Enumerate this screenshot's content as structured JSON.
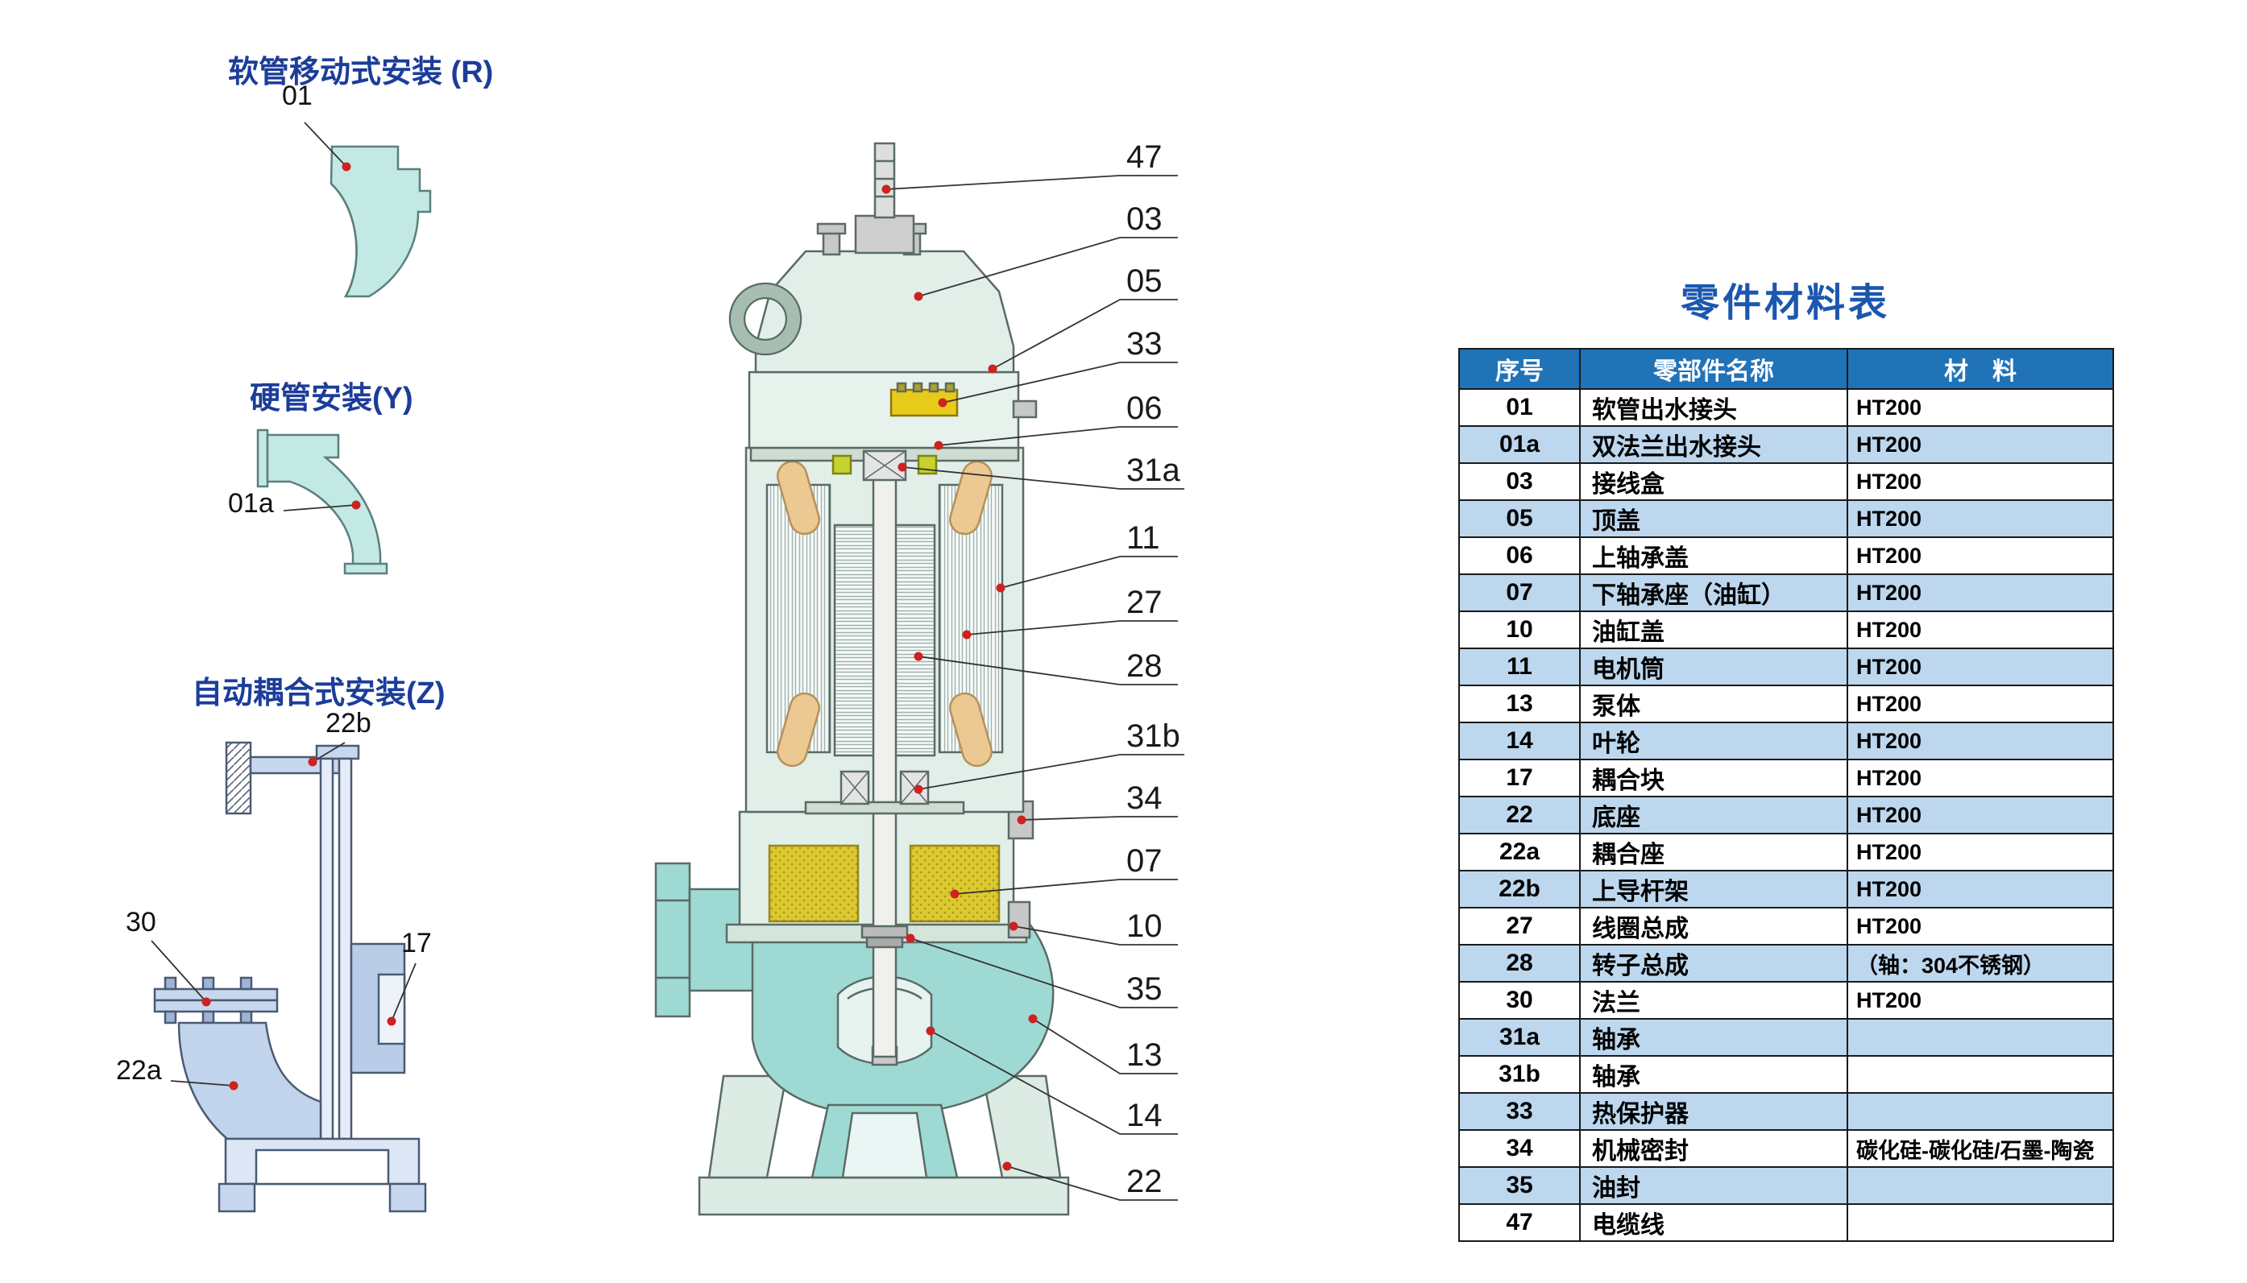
{
  "installations": [
    {
      "title": "软管移动式安装 (R)"
    },
    {
      "title": "硬管安装(Y)"
    },
    {
      "title": "自动耦合式安装(Z)"
    }
  ],
  "part_labels": [
    "01",
    "01a",
    "22b",
    "30",
    "17",
    "22a"
  ],
  "pump": {
    "callouts": [
      "47",
      "03",
      "05",
      "33",
      "06",
      "31a",
      "11",
      "27",
      "28",
      "31b",
      "34",
      "07",
      "10",
      "35",
      "13",
      "14",
      "22"
    ]
  },
  "table": {
    "title": "零件材料表",
    "headers": [
      "序号",
      "零部件名称",
      "材　料"
    ],
    "rows": [
      [
        "01",
        "软管出水接头",
        "HT200"
      ],
      [
        "01a",
        "双法兰出水接头",
        "HT200"
      ],
      [
        "03",
        "接线盒",
        "HT200"
      ],
      [
        "05",
        "顶盖",
        "HT200"
      ],
      [
        "06",
        "上轴承盖",
        "HT200"
      ],
      [
        "07",
        "下轴承座（油缸）",
        "HT200"
      ],
      [
        "10",
        "油缸盖",
        "HT200"
      ],
      [
        "11",
        "电机筒",
        "HT200"
      ],
      [
        "13",
        "泵体",
        "HT200"
      ],
      [
        "14",
        "叶轮",
        "HT200"
      ],
      [
        "17",
        "耦合块",
        "HT200"
      ],
      [
        "22",
        "底座",
        "HT200"
      ],
      [
        "22a",
        "耦合座",
        "HT200"
      ],
      [
        "22b",
        "上导杆架",
        "HT200"
      ],
      [
        "27",
        "线圈总成",
        "HT200"
      ],
      [
        "28",
        "转子总成",
        "（轴：304不锈钢）"
      ],
      [
        "30",
        "法兰",
        "HT200"
      ],
      [
        "31a",
        "轴承",
        ""
      ],
      [
        "31b",
        "轴承",
        ""
      ],
      [
        "33",
        "热保护器",
        ""
      ],
      [
        "34",
        "机械密封",
        "碳化硅-碳化硅/石墨-陶瓷"
      ],
      [
        "35",
        "油封",
        ""
      ],
      [
        "47",
        "电缆线",
        ""
      ]
    ]
  },
  "colors": {
    "title_blue": "#1c3d99",
    "table_header_blue": "#2173b8",
    "table_alt_row": "#bdd7ee",
    "pump_casing": "#e2efe8",
    "water_teal": "#9fd9d4",
    "elbow_cyan": "#c3e9e4",
    "oil_seal_yellow": "#dcc92f",
    "winding_tan": "#ecc892",
    "coupling_blue": "#c7d8ee",
    "marker_red": "#cc2222"
  }
}
